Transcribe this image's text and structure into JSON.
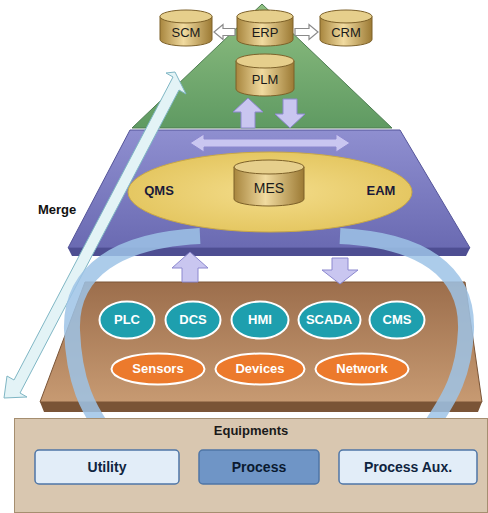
{
  "diagram": {
    "nodes": [
      {
        "text": [
          "SCM"
        ]
      },
      {
        "text": [
          "ERP"
        ]
      },
      {
        "text": [
          "CRM"
        ]
      },
      {
        "text": [
          "PLM"
        ]
      },
      {
        "text": [
          "QMS"
        ]
      },
      {
        "text": [
          "MES"
        ]
      },
      {
        "text": [
          "EAM"
        ]
      },
      {
        "text": [
          "PLC"
        ]
      },
      {
        "text": [
          "DCS"
        ]
      },
      {
        "text": [
          "HMI"
        ]
      },
      {
        "text": [
          "SCADA"
        ]
      },
      {
        "text": [
          "CMS"
        ]
      },
      {
        "text": [
          "Sensors"
        ]
      },
      {
        "text": [
          "Devices"
        ]
      },
      {
        "text": [
          "Network"
        ]
      },
      {
        "text": [
          "Equipments"
        ]
      },
      {
        "text": [
          "Utility"
        ],
        "in": 15
      },
      {
        "text": [
          "Process"
        ],
        "in": 15
      },
      {
        "text": [
          "Process Aux."
        ],
        "in": 15
      }
    ],
    "edges": [
      {
        "from": 1,
        "to": 0,
        "arrow": "to"
      },
      {
        "from": 1,
        "to": 2,
        "arrow": "to"
      }
    ],
    "labels": [
      "Merge"
    ]
  }
}
